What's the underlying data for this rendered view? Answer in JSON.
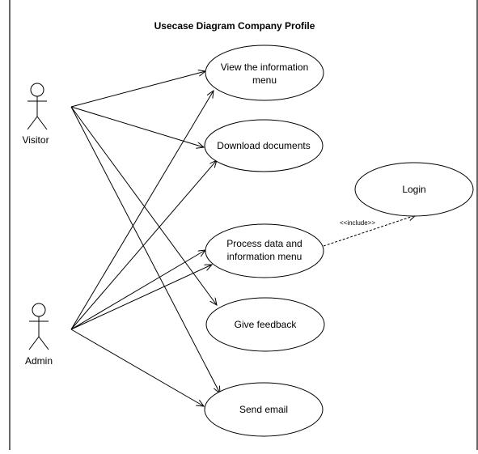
{
  "title": "Usecase Diagram Company Profile",
  "actors": {
    "visitor": "Visitor",
    "admin": "Admin"
  },
  "use_cases": {
    "view_info": [
      "View the information",
      "menu"
    ],
    "download": "Download documents",
    "login": "Login",
    "process": [
      "Process data and",
      "information menu"
    ],
    "feedback": "Give feedback",
    "email": "Send email"
  },
  "include_label": "<<include>>",
  "colors": {
    "line": "#000000",
    "border": "#000000",
    "background": "#ffffff"
  }
}
